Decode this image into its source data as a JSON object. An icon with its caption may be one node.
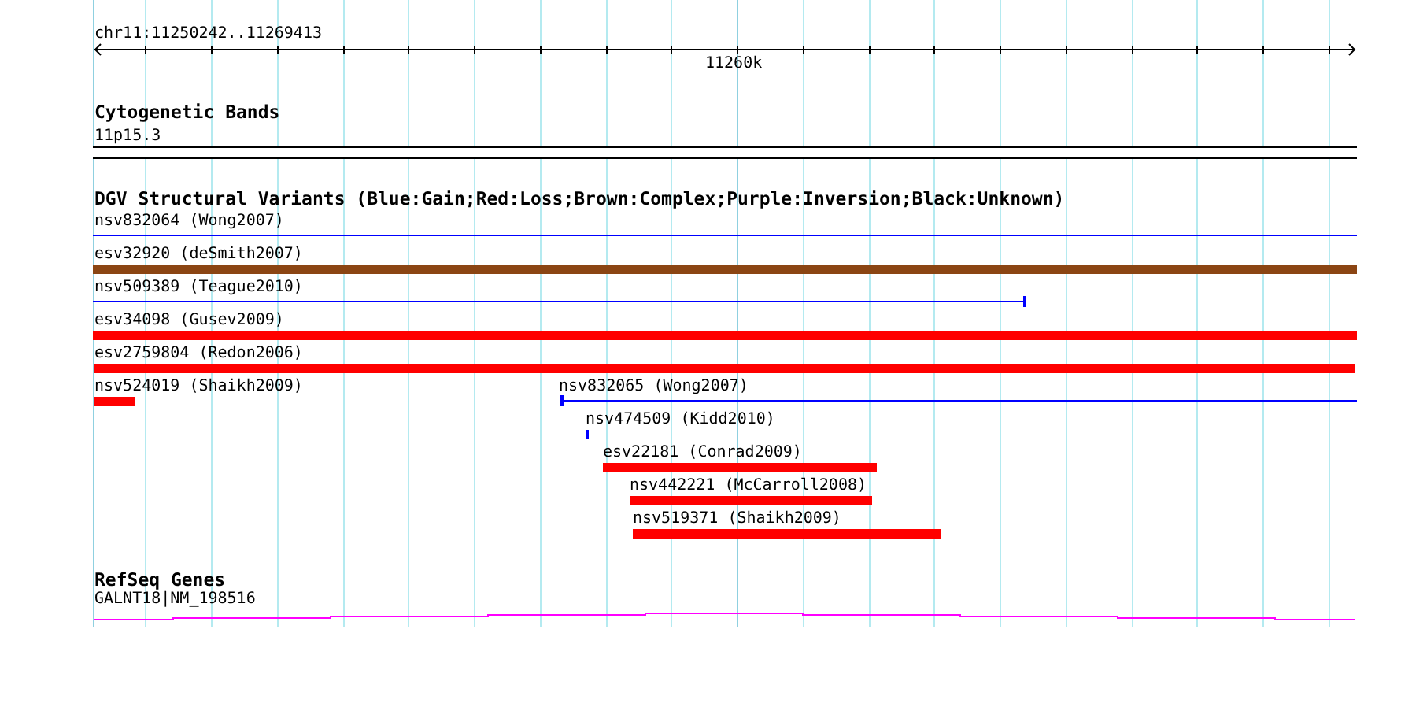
{
  "diagram": {
    "nodes": [
      {
        "text": [],
        "shape": "bar",
        "beside": [
          "11p15.3"
        ]
      },
      {
        "text": [],
        "shape": "line",
        "beside": [
          "nsv832064 (Wong2007)"
        ]
      },
      {
        "text": [],
        "shape": "bar",
        "beside": [
          "esv32920 (deSmith2007)"
        ]
      },
      {
        "text": [],
        "shape": "line",
        "beside": [
          "nsv509389 (Teague2010)"
        ]
      },
      {
        "text": [],
        "shape": "bar",
        "beside": [
          "esv34098 (Gusev2009)"
        ]
      },
      {
        "text": [],
        "shape": "bar",
        "beside": [
          "esv2759804 (Redon2006)"
        ]
      },
      {
        "text": [],
        "shape": "bar",
        "beside": [
          "nsv524019 (Shaikh2009)"
        ]
      },
      {
        "text": [],
        "shape": "line",
        "beside": [
          "nsv832065 (Wong2007)"
        ]
      },
      {
        "text": [],
        "shape": "bar",
        "beside": [
          "nsv474509 (Kidd2010)"
        ]
      },
      {
        "text": [],
        "shape": "bar",
        "beside": [
          "esv22181 (Conrad2009)"
        ]
      },
      {
        "text": [],
        "shape": "bar",
        "beside": [
          "nsv442221 (McCarroll2008)"
        ]
      },
      {
        "text": [],
        "shape": "bar",
        "beside": [
          "nsv519371 (Shaikh2009)"
        ]
      },
      {
        "text": [],
        "shape": "line",
        "beside": [
          "GALNT18|NM_198516"
        ]
      }
    ],
    "labels": [
      "chr11:11250242..11269413",
      "11260k",
      "Cytogenetic Bands",
      "DGV Structural Variants (Blue:Gain;Red:Loss;Brown:Complex;Purple:Inversion;Black:Unknown)",
      "RefSeq Genes"
    ]
  }
}
